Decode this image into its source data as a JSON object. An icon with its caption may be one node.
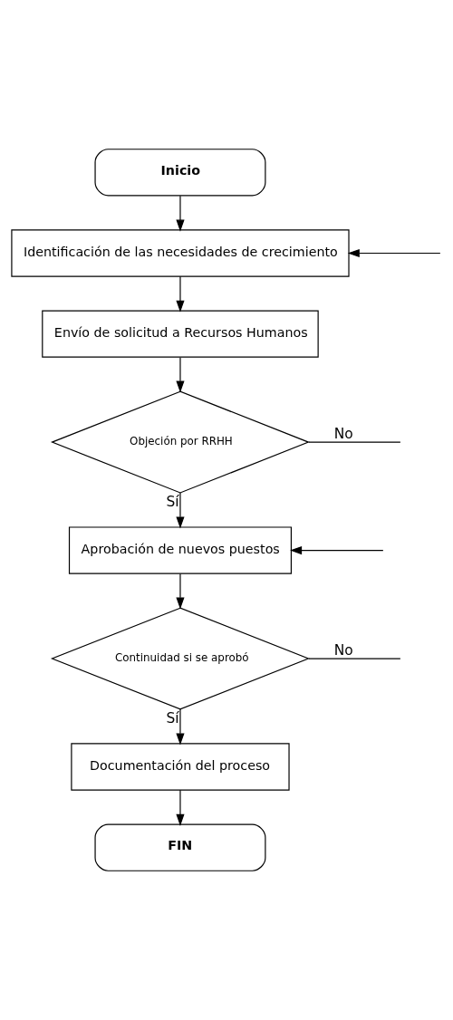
{
  "diagram": {
    "nodes": [
      {
        "text": [
          "Inicio"
        ]
      },
      {
        "text": [
          "Identificación de las necesidades de crecimiento"
        ]
      },
      {
        "text": [
          "Envío de solicitud a Recursos Humanos"
        ]
      },
      {
        "text": [
          "Objeción por RRHH"
        ]
      },
      {
        "text": [
          "Aprobación de nuevos puestos"
        ]
      },
      {
        "text": [
          "Continuidad si se aprobó"
        ]
      },
      {
        "text": [
          "Documentación del proceso"
        ]
      },
      {
        "text": [
          "FIN"
        ]
      }
    ],
    "edges": [
      {
        "from": 0,
        "to": 1,
        "arrow": "to"
      },
      {
        "from": 1,
        "to": 2,
        "arrow": "to"
      },
      {
        "from": 2,
        "to": 3,
        "arrow": "to"
      },
      {
        "from": 3,
        "to": 4,
        "arrow": "to",
        "label": "Sí"
      },
      {
        "from": 3,
        "to": null,
        "arrow": "none",
        "label": "No"
      },
      {
        "from": null,
        "to": 1,
        "arrow": "to"
      },
      {
        "from": null,
        "to": 4,
        "arrow": "to"
      },
      {
        "from": 4,
        "to": 5,
        "arrow": "to"
      },
      {
        "from": 5,
        "to": 6,
        "arrow": "to",
        "label": "Sí"
      },
      {
        "from": 5,
        "to": null,
        "arrow": "none",
        "label": "No"
      },
      {
        "from": 6,
        "to": 7,
        "arrow": "to"
      }
    ]
  }
}
